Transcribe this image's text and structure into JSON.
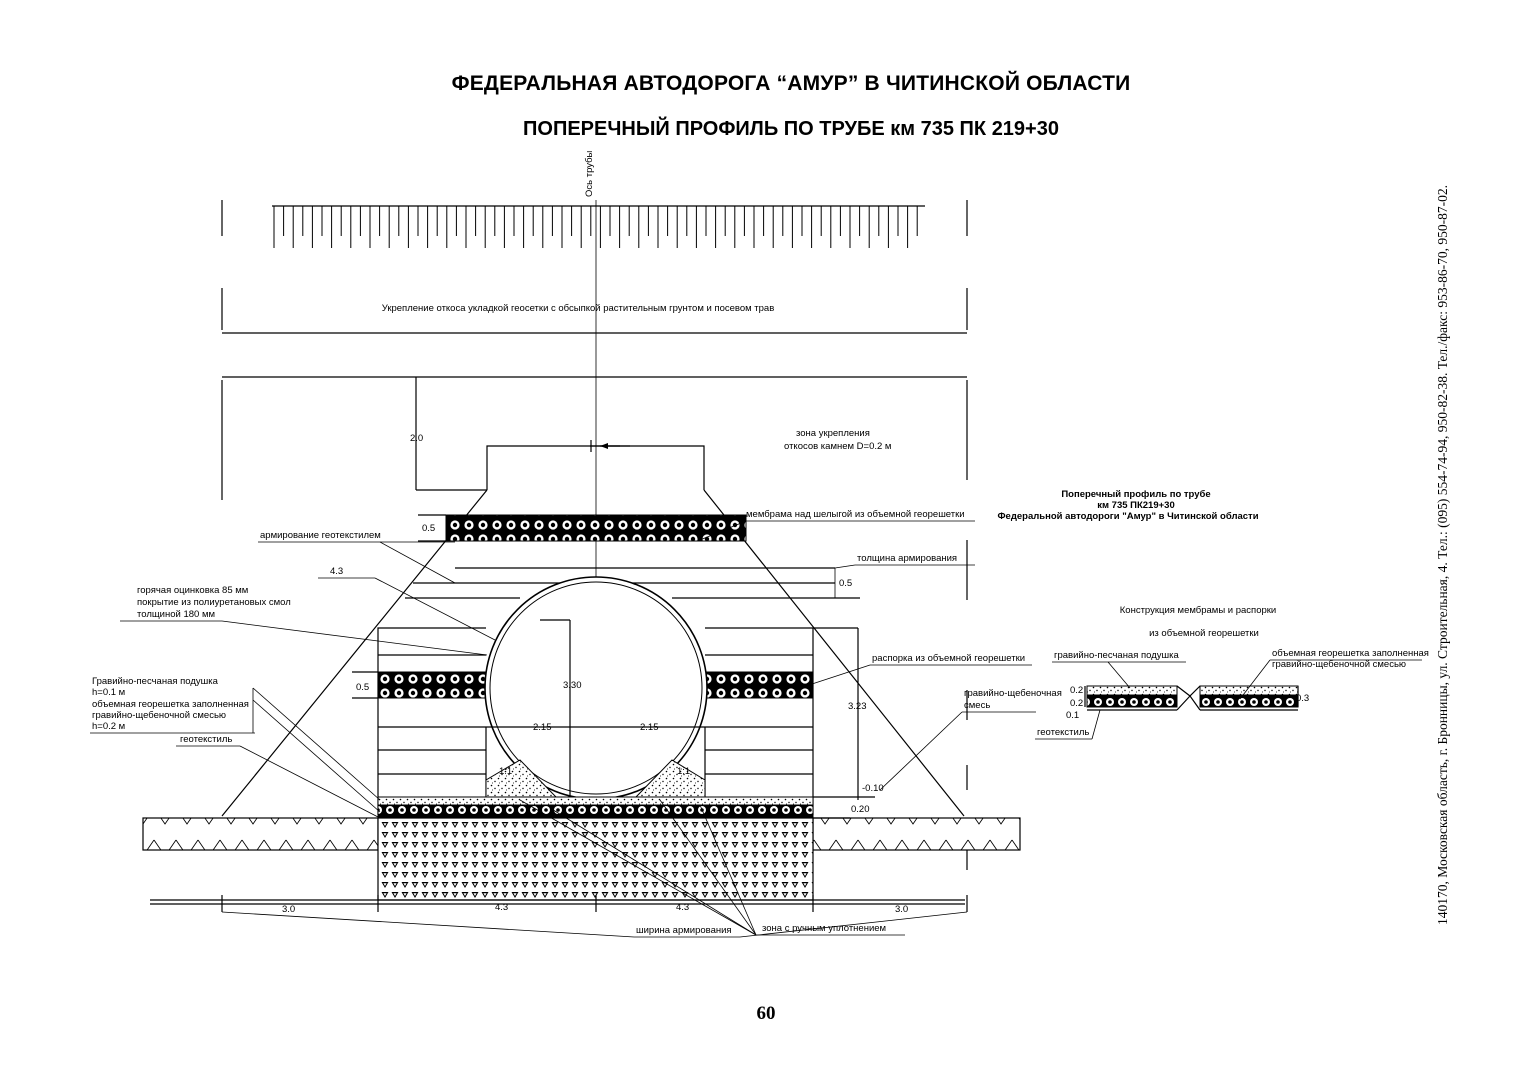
{
  "header": {
    "title": "ФЕДЕРАЛЬНАЯ  АВТОДОРОГА “АМУР” В  ЧИТИНСКОЙ ОБЛАСТИ",
    "subtitle": "ПОПЕРЕЧНЫЙ  ПРОФИЛЬ ПО ТРУБЕ км 735 ПК 219+30"
  },
  "side_text": "140170, Московская область, г. Бронницы, ул. Строительная, 4. Тел.: (095) 554-74-94, 950-82-38. Тел./факс: 953-86-70, 950-87-02.",
  "page_number": "60",
  "drawing": {
    "axis_label": "Ось трубы",
    "slope_caption": "Укрепление откоса укладкой геосетки с обсыпкой растительным грунтом и посевом трав",
    "stone_zone": "зона укрепления",
    "stone_zone_2": "откосов камнем D=0.2 м",
    "membrane": "мембрама над шелыгой из объемной георешетки",
    "reinforcement_geotextile": "армирование геотекстилем",
    "reinforcement_thickness": "толщина армирования",
    "coating_1": "горячая оцинковка 85 мм",
    "coating_2": "покрытие из полиуретановых смол",
    "coating_3": "толщиной 180 мм",
    "spacer": "распорка из объемной георешетки",
    "gravel_mix_1": "гравийно-щебеночная",
    "gravel_mix_2": "смесь",
    "cushion_1": "Гравийно-песчаная подушка",
    "cushion_2": "h=0.1 м",
    "cushion_3": "объемная георешетка заполненная",
    "cushion_4": "гравийно-щебеночной смесью",
    "cushion_5": "h=0.2 м",
    "geotextile": "геотекстиль",
    "width_label": "ширина армирования",
    "manual_zone": "зона с ручным уплотнением",
    "dims": {
      "d_2_0": "2.0",
      "d_0_5_top": "0.5",
      "d_0_5_right": "0.5",
      "d_4_3_upper": "4.3",
      "d_0_5_left": "0.5",
      "d_3_30": "3.30",
      "d_3_23": "3.23",
      "d_2_15_left": "2.15",
      "d_2_15_right": "2.15",
      "slope_left": "1:1",
      "slope_right": "1:1",
      "d_m0_10": "-0.10",
      "d_0_20": "0.20",
      "d_3_0_left": "3.0",
      "d_4_3_left": "4.3",
      "d_4_3_right": "4.3",
      "d_3_0_right": "3.0"
    },
    "inset": {
      "title_1": "Поперечный профиль  по трубе",
      "title_2": "км 735 ПК219+30",
      "title_3": "Федеральной автодороги \"Амур\" в Читинской области",
      "construction_1": "Конструкция мембрамы и распорки",
      "construction_2": "из объемной георешетки",
      "cushion": "гравийно-песчаная подушка",
      "filled_1": "объемная георешетка заполненная",
      "filled_2": "гравийно-щебеночной смесью",
      "geotextile": "геотекстиль",
      "d_0_2a": "0.2",
      "d_0_2b": "0.2",
      "d_0_1": "0.1",
      "d_0_3": "0.3"
    }
  }
}
